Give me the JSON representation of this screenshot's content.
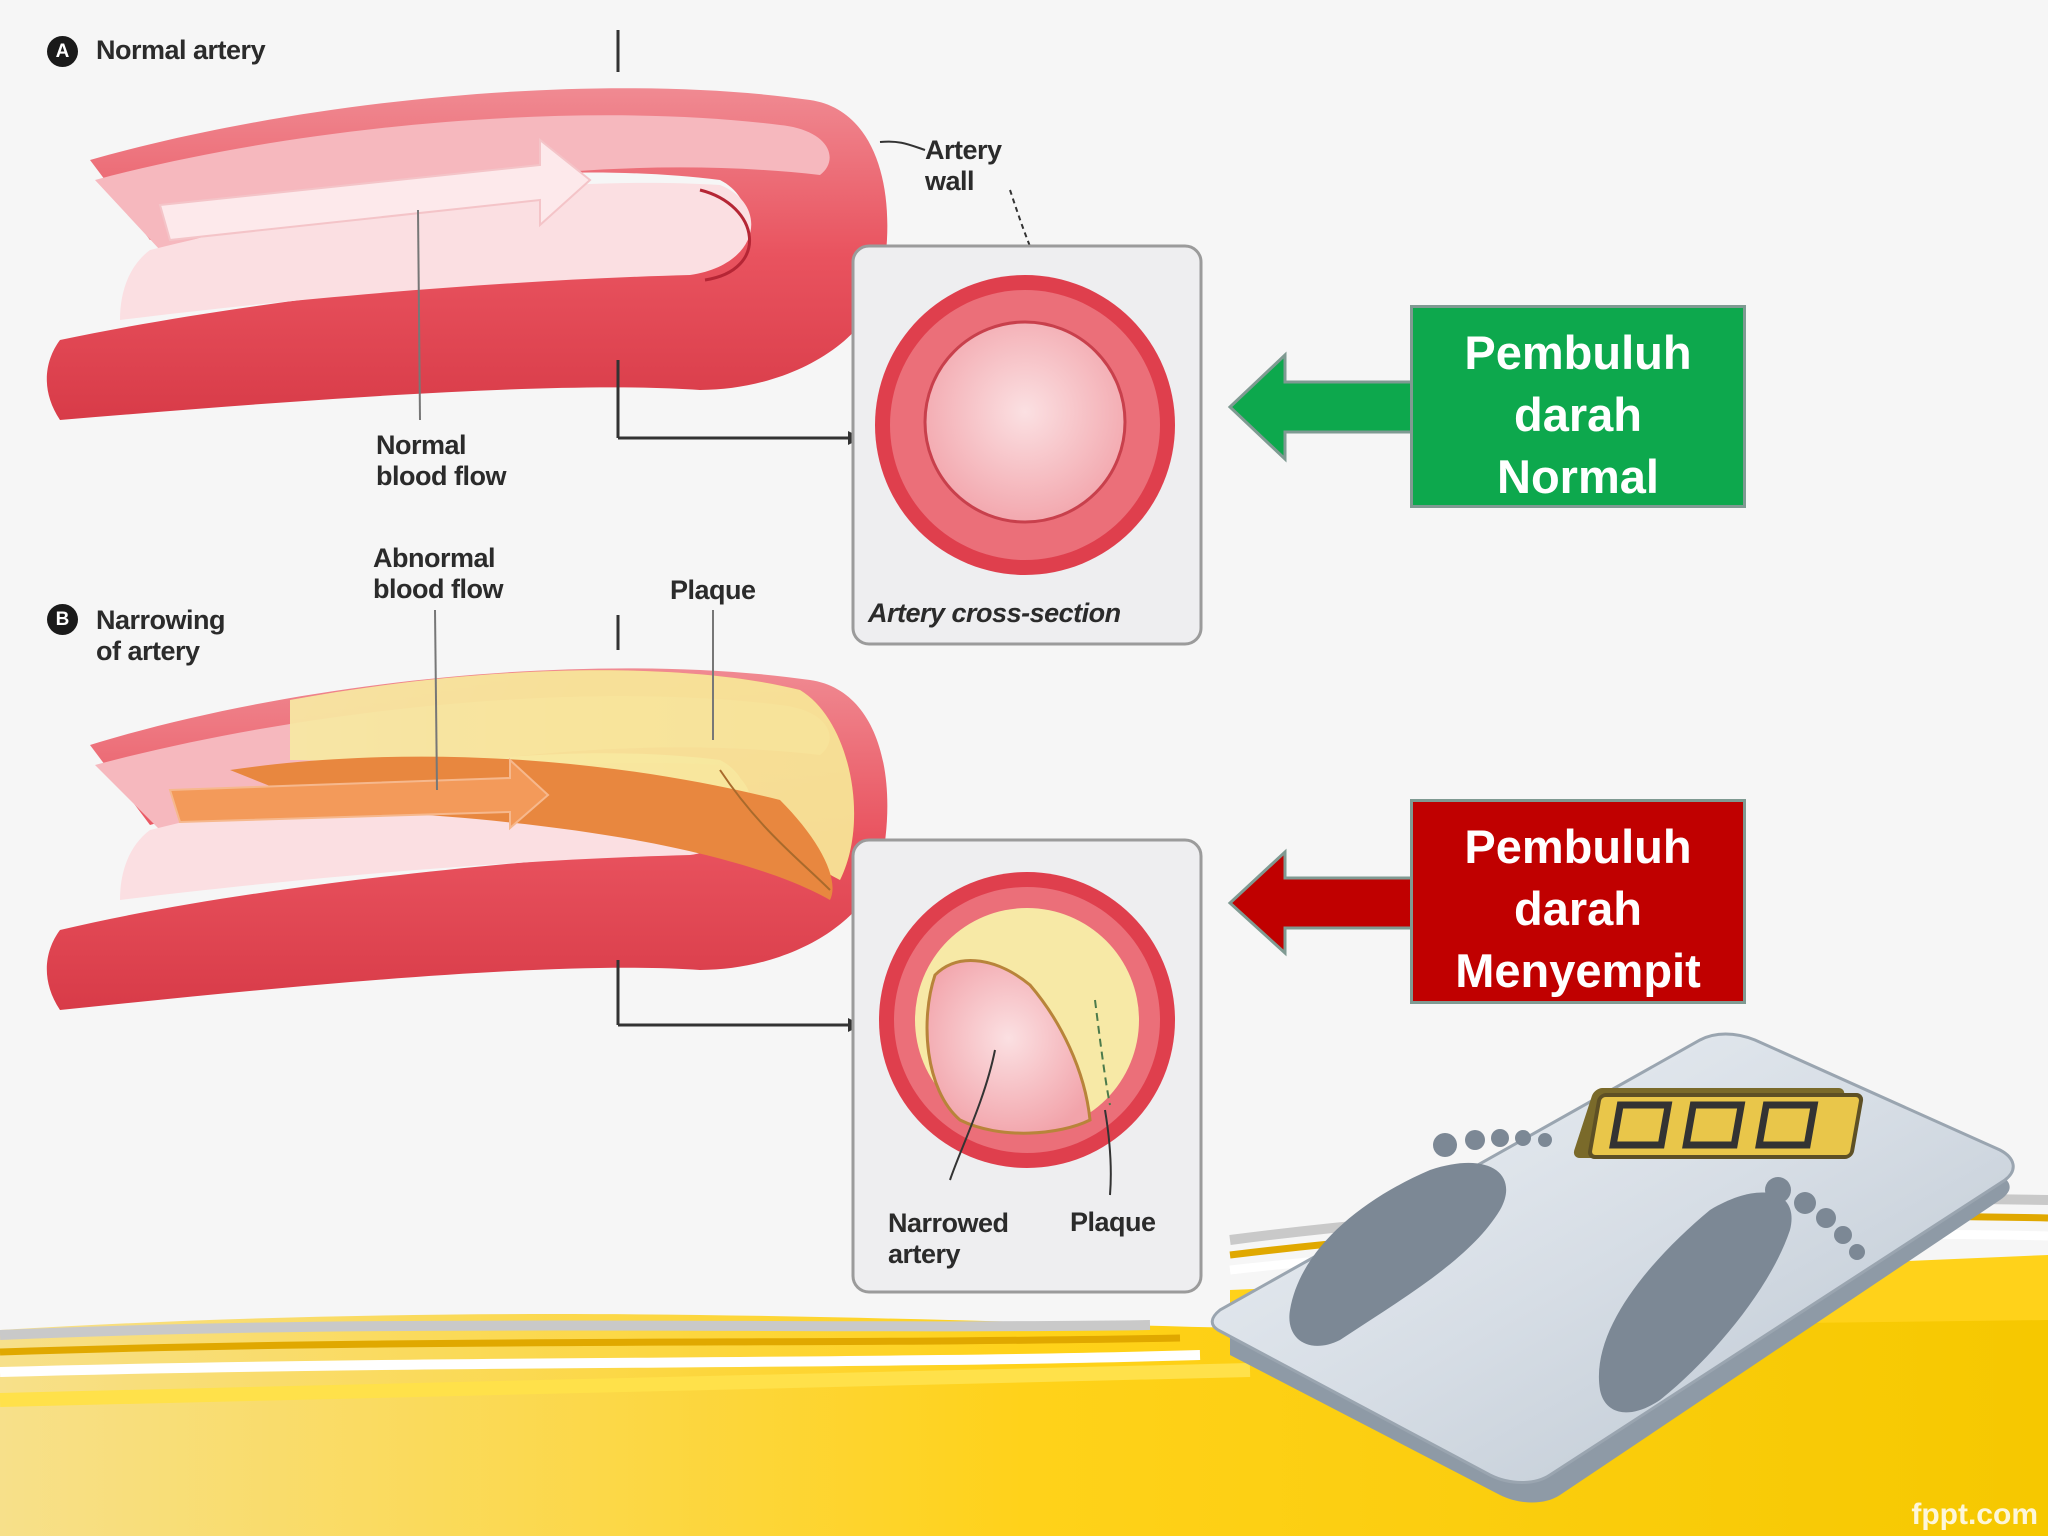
{
  "panel_a": {
    "badge": "A",
    "title": "Normal artery",
    "label_artery_wall": [
      "Artery",
      "wall"
    ],
    "label_normal_flow": [
      "Normal",
      "blood flow"
    ],
    "label_cross_section": "Artery cross-section"
  },
  "panel_b": {
    "badge": "B",
    "title": [
      "Narrowing",
      "of artery"
    ],
    "label_abnormal_flow": [
      "Abnormal",
      "blood flow"
    ],
    "label_plaque_top": "Plaque",
    "label_narrowed": [
      "Narrowed",
      "artery"
    ],
    "label_plaque_bottom": "Plaque"
  },
  "callouts": {
    "normal": {
      "lines": [
        "Pembuluh",
        "darah",
        "Normal"
      ],
      "color": "#0da84d"
    },
    "narrow": {
      "lines": [
        "Pembuluh",
        "darah",
        "Menyempit"
      ],
      "color": "#c00000"
    }
  },
  "watermark": "fppt.com",
  "colors": {
    "artery_outer": "#e04050",
    "artery_inner": "#f4a4ac",
    "plaque": "#f7e9a6",
    "background_wave": "#ffd200"
  }
}
